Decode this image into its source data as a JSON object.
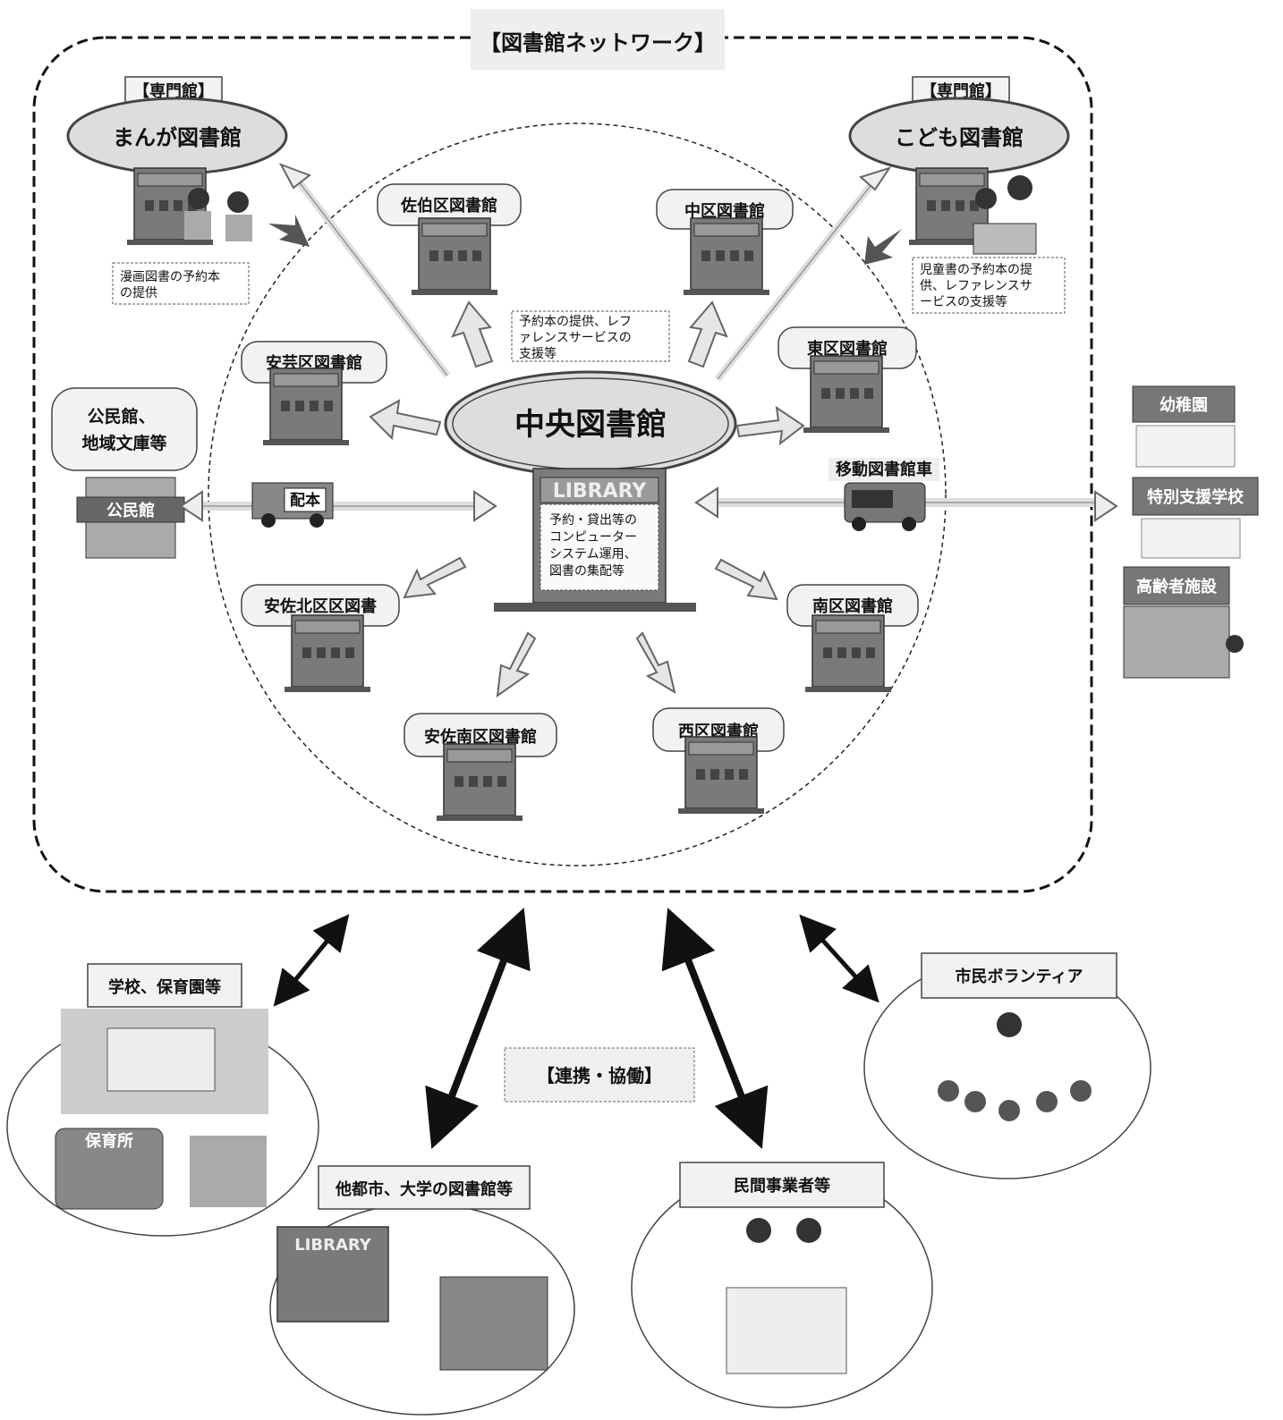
{
  "network": {
    "title": "【図書館ネットワーク】",
    "central": {
      "name": "中央図書館",
      "note": [
        "予約・貸出等の",
        "コンピューター",
        "システム運用、",
        "図書の集配等"
      ],
      "sign": "LIBRARY"
    },
    "specialty_tag": "【専門館】",
    "manga": {
      "name": "まんが図書館",
      "note": [
        "漫画図書の予約本",
        "の提供"
      ]
    },
    "kodomo": {
      "name": "こども図書館",
      "note": [
        "児童書の予約本の提",
        "供、レファレンスサ",
        "ービスの支援等"
      ]
    },
    "branch_note": [
      "予約本の提供、レフ",
      "ァレンスサービスの",
      "支援等"
    ],
    "branches": {
      "saeki": "佐伯区図書館",
      "naka": "中区図書館",
      "aki": "安芸区図書館",
      "higashi": "東区図書館",
      "asakita": "安佐北区区図書",
      "minami": "南区図書館",
      "asaminami": "安佐南区図書館",
      "nishi": "西区図書館"
    },
    "community": {
      "name": [
        "公民館、",
        "地域文庫等"
      ],
      "sign": "公民館"
    },
    "delivery_label": "配本",
    "mobile_label": "移動図書館車",
    "mini_sign": "LIBRARY"
  },
  "outreach": {
    "kindergarten": "幼稚園",
    "special_school": "特別支援学校",
    "elderly": "高齢者施設"
  },
  "partners": {
    "collaboration": "【連携・協働】",
    "schools": "学校、保育園等",
    "nursery_sign": "保育所",
    "other_libraries": "他都市、大学の図書館等",
    "volunteers": "市民ボランティア",
    "businesses": "民間事業者等"
  }
}
